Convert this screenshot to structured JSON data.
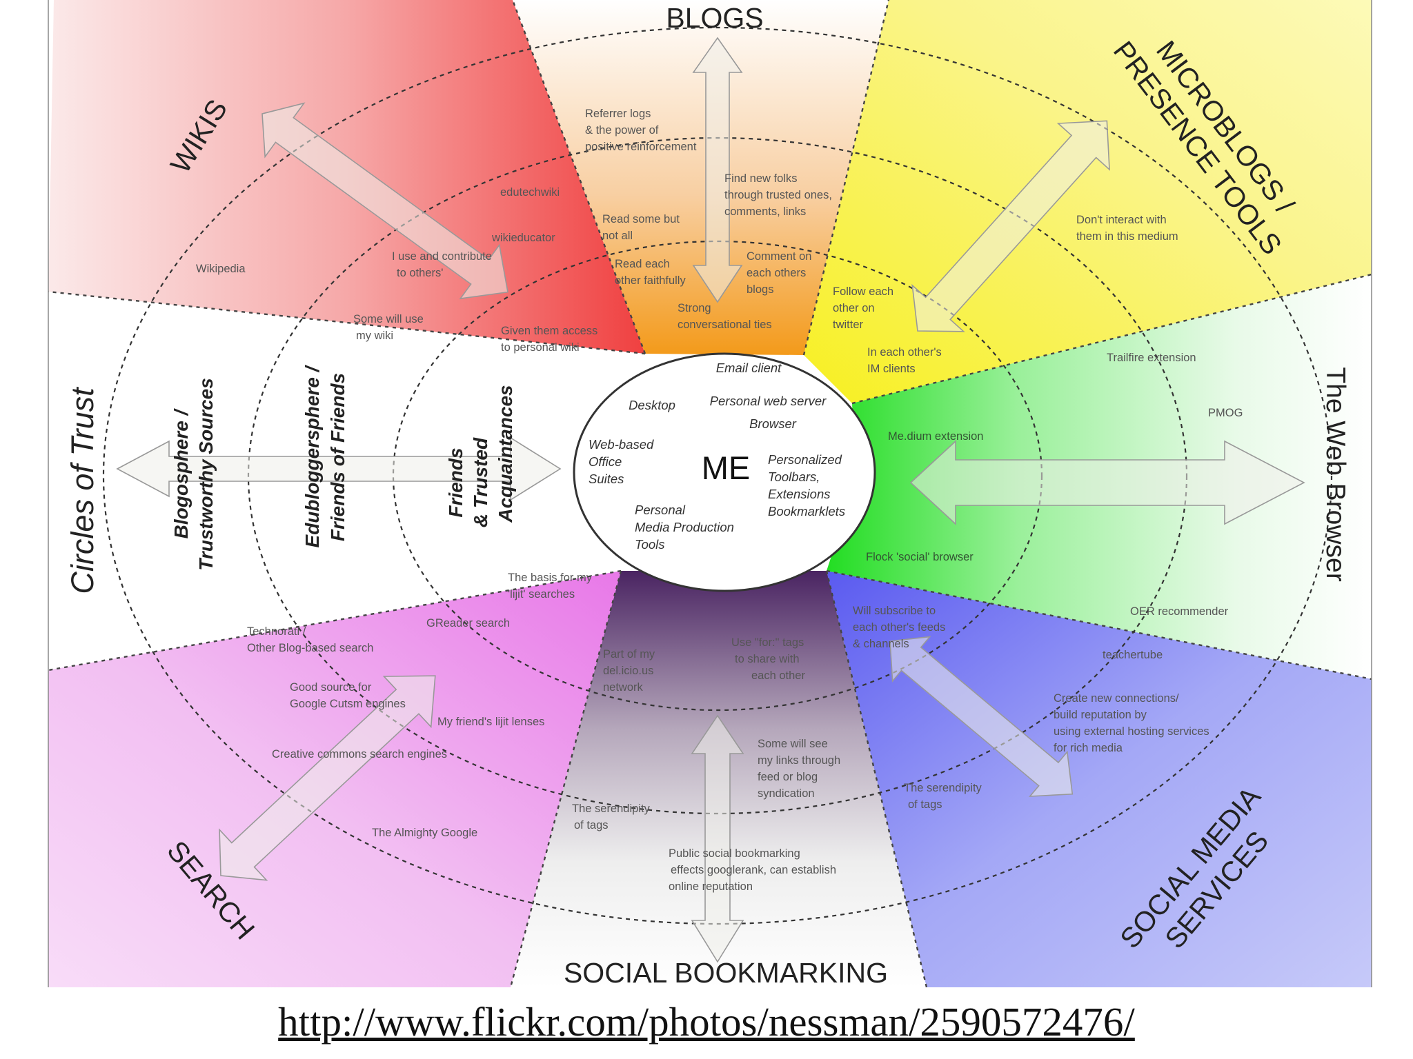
{
  "center_label": "ME",
  "sectors": {
    "blogs": "BLOGS",
    "microblogs_line1": "MICROBLOGS /",
    "microblogs_line2": "PRESENCE TOOLS",
    "web_browser": "The Web Browser",
    "social_media_line1": "SOCIAL MEDIA",
    "social_media_line2": "SERVICES",
    "social_bookmarking": "SOCIAL BOOKMARKING",
    "search": "SEARCH",
    "wikis": "WIKIS"
  },
  "circles": {
    "title": "Circles of Trust",
    "outer_line1": "Blogosphere /",
    "outer_line2": "Trustworthy Sources",
    "middle_line1": "Edubloggersphere /",
    "middle_line2": "Friends of Friends",
    "inner_line1": "Friends",
    "inner_line2": "& Trusted",
    "inner_line3": "Acquaintances"
  },
  "hub_tools": {
    "email_client": "Email client",
    "desktop": "Desktop",
    "personal_web_server": "Personal web server",
    "browser": "Browser",
    "office_1": "Web-based",
    "office_2": "Office",
    "office_3": "Suites",
    "toolbars_1": "Personalized",
    "toolbars_2": "Toolbars,",
    "toolbars_3": "Extensions",
    "toolbars_4": "Bookmarklets",
    "media_1": "Personal",
    "media_2": "Media Production",
    "media_3": "Tools"
  },
  "notes": {
    "blogs": {
      "referrer_1": "Referrer logs",
      "referrer_2": "& the power of",
      "referrer_3": "positive reinforcement",
      "find_1": "Find new folks",
      "find_2": "through trusted ones,",
      "find_3": "comments, links",
      "read_some_1": "Read some but",
      "read_some_2": "not all",
      "read_each_1": "Read each",
      "read_each_2": "other faithfully",
      "comment_1": "Comment on",
      "comment_2": "each others",
      "comment_3": "blogs",
      "strong_1": "Strong",
      "strong_2": "conversational ties"
    },
    "wikis": {
      "edutechwiki": "edutechwiki",
      "wikieducator": "wikieducator",
      "use_1": "I use and contribute",
      "use_2": "to others'",
      "wikipedia": "Wikipedia",
      "some_1": "Some will use",
      "some_2": "my wiki",
      "given_1": "Given them access",
      "given_2": "to personal wiki"
    },
    "microblogs": {
      "dont_1": "Don't interact with",
      "dont_2": "them in this medium",
      "follow_1": "Follow each",
      "follow_2": "other on",
      "follow_3": "twitter",
      "im_1": "In each other's",
      "im_2": "IM clients"
    },
    "browser": {
      "trailfire": "Trailfire extension",
      "pmog": "PMOG",
      "me_dium": "Me.dium extension",
      "flock": "Flock 'social' browser",
      "oer": "OER recommender"
    },
    "social_media": {
      "subscribe_1": "Will subscribe to",
      "subscribe_2": "each other's feeds",
      "subscribe_3": "& channels",
      "teachertube": "teachertube",
      "create_1": "Create new connections/",
      "create_2": "build reputation by",
      "create_3": "using external hosting services",
      "create_4": "for rich media",
      "serendipity_1": "The serendipity",
      "serendipity_2": "of tags"
    },
    "bookmarking": {
      "part_1": "Part of my",
      "part_2": "del.icio.us",
      "part_3": "network",
      "for_1": "Use \"for:\" tags",
      "for_2": "to share with",
      "for_3": "each other",
      "links_1": "Some will see",
      "links_2": "my links through",
      "links_3": "feed or blog",
      "links_4": "syndication",
      "serendipity_1": "The serendipity",
      "serendipity_2": "of tags",
      "public_1": "Public social bookmarking",
      "public_2": "effects googlerank, can establish",
      "public_3": "online reputation"
    },
    "search": {
      "basis_1": "The basis for my",
      "basis_2": "'lijit' searches",
      "technorati_1": "Technorati /",
      "technorati_2": "Other Blog-based search",
      "greader": "GReader search",
      "good_1": "Good source for",
      "good_2": "Google Cutsm engines",
      "lijit": "My friend's lijit lenses",
      "cc": "Creative commons search engines",
      "google": "The Almighty Google"
    }
  },
  "source_url": "http://www.flickr.com/photos/nessman/2590572476/"
}
